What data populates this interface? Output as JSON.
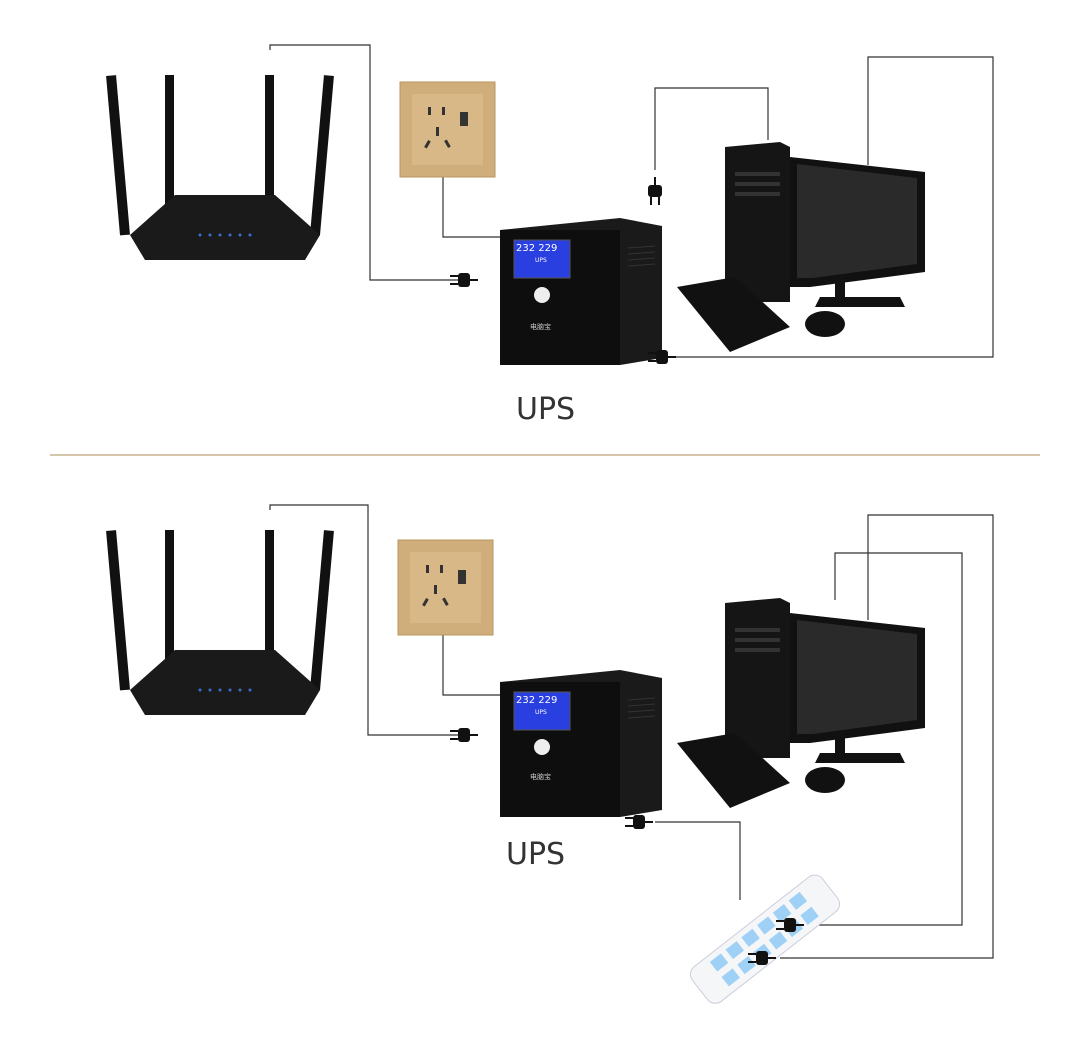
{
  "panels": [
    {
      "ups_label": "UPS",
      "ups_display": "232 229",
      "ups_display_sub": "UPS",
      "ups_brand": "电脑宝"
    },
    {
      "ups_label": "UPS",
      "ups_display": "232 229",
      "ups_display_sub": "UPS",
      "ups_brand": "电脑宝"
    }
  ],
  "colors": {
    "divider": "#c9b48f",
    "wire": "#333333",
    "socket": "#c9a978",
    "lcd": "#2a3fe0"
  }
}
